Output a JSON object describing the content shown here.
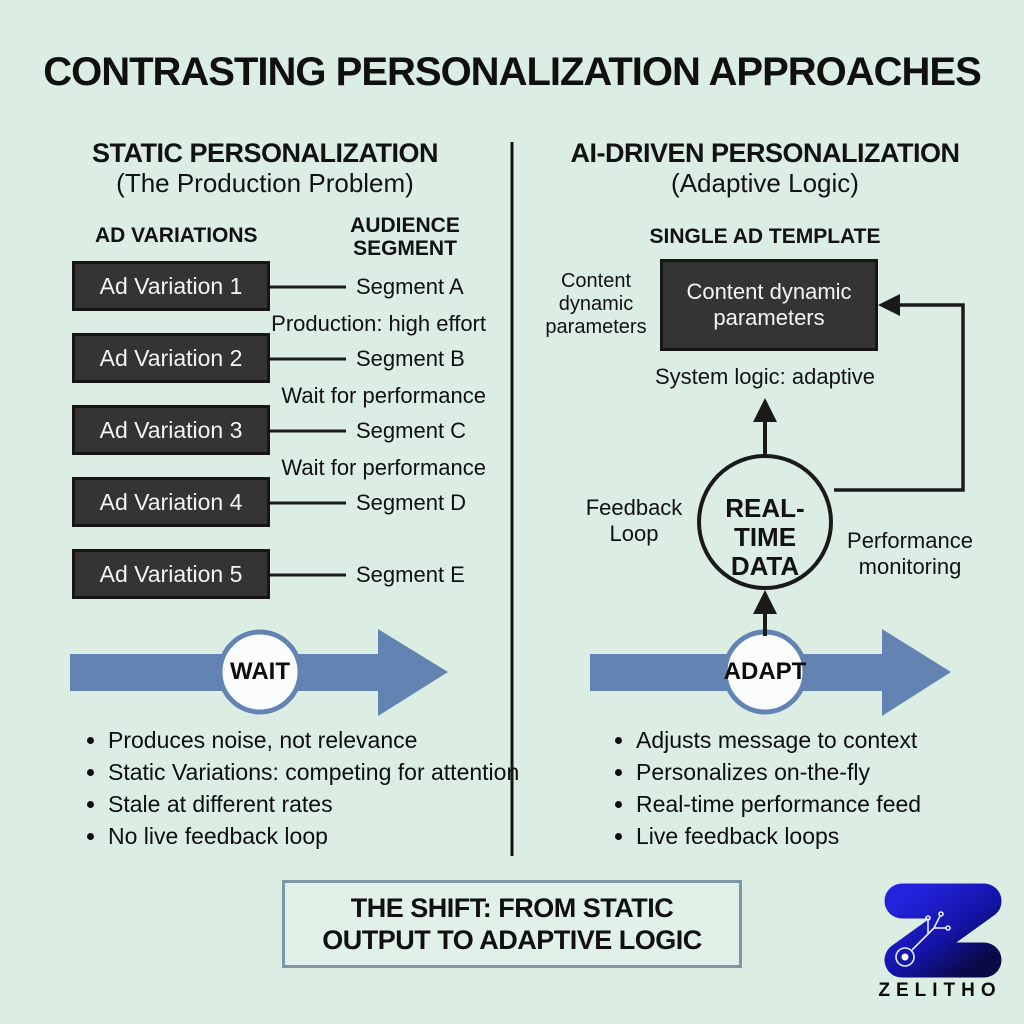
{
  "title": "CONTRASTING PERSONALIZATION APPROACHES",
  "left": {
    "heading": "STATIC PERSONALIZATION",
    "subheading": "(The Production Problem)",
    "col1_header": "AD VARIATIONS",
    "col2_header": "AUDIENCE\nSEGMENT",
    "rows": [
      {
        "ad": "Ad Variation 1",
        "segment": "Segment A"
      },
      {
        "ad": "Ad Variation 2",
        "segment": "Segment B"
      },
      {
        "ad": "Ad Variation 3",
        "segment": "Segment C"
      },
      {
        "ad": "Ad Variation 4",
        "segment": "Segment D"
      },
      {
        "ad": "Ad Variation 5",
        "segment": "Segment E"
      }
    ],
    "notes": [
      "Production: high effort",
      "Wait for performance",
      "Wait for performance"
    ],
    "arrow_label": "WAIT",
    "bullets": [
      "Produces noise, not relevance",
      "Static Variations: competing for attention",
      "Stale at different rates",
      "No live feedback loop"
    ]
  },
  "right": {
    "heading": "AI-DRIVEN PERSONALIZATION",
    "subheading": "(Adaptive Logic)",
    "template_header": "SINGLE AD TEMPLATE",
    "side_label": "Content\ndynamic\nparameters",
    "box_label": "Content dynamic\nparameters",
    "system_logic": "System logic: adaptive",
    "circle_label": "REAL-TIME\nDATA",
    "feedback_label": "Feedback\nLoop",
    "monitoring_label": "Performance\nmonitoring",
    "arrow_label": "ADAPT",
    "bullets": [
      "Adjusts message to context",
      "Personalizes on-the-fly",
      "Real-time performance feed",
      "Live feedback loops"
    ]
  },
  "footer": {
    "shift_statement": "THE SHIFT: FROM STATIC\nOUTPUT TO ADAPTIVE LOGIC",
    "brand": "ZELITHO"
  },
  "colors": {
    "background": "#dceee3",
    "dark_box": "#343434",
    "arrow_blue": "#6384b2",
    "line_dark": "#1a1a1a",
    "divider": "#141414",
    "shift_border": "#7e96a9",
    "logo_blue": "#2323dd",
    "logo_navy": "#0a0a46"
  }
}
